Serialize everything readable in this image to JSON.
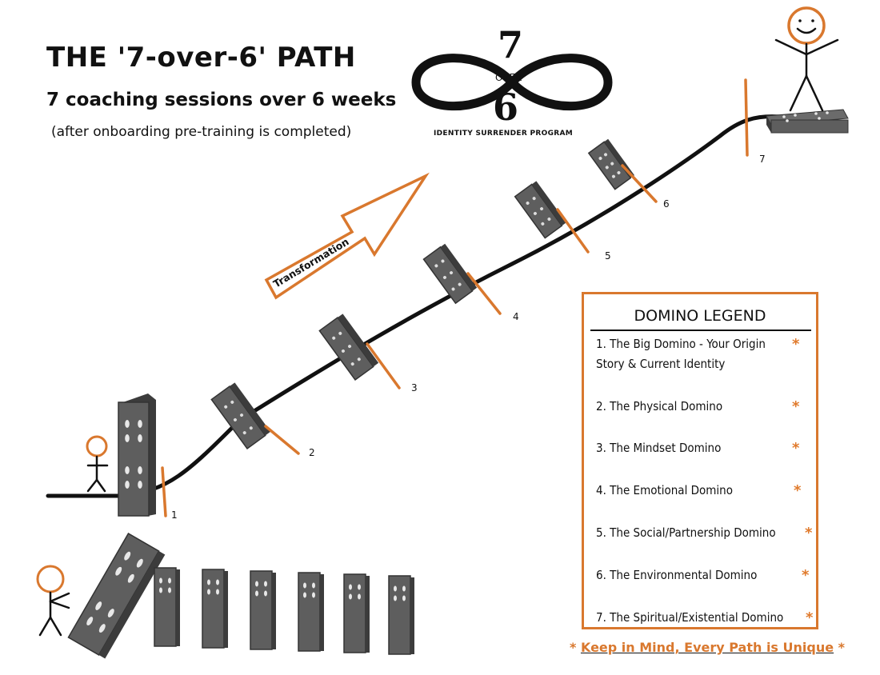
{
  "header": {
    "title": "THE '7-over-6' PATH",
    "subtitle": "7 coaching sessions over 6 weeks",
    "note": "(after onboarding pre-training is completed)"
  },
  "logo": {
    "top_digit": "7",
    "middle_text": "OVER",
    "bottom_digit": "6",
    "caption": "IDENTITY SURRENDER PROGRAM"
  },
  "arrow": {
    "label": "Transformation"
  },
  "path": {
    "markers": [
      "1",
      "2",
      "3",
      "4",
      "5",
      "6",
      "7"
    ]
  },
  "legend": {
    "title": "DOMINO LEGEND",
    "items": [
      "1. The Big Domino - Your Origin Story & Current Identity",
      "2. The Physical Domino",
      "3. The Mindset Domino",
      "4. The Emotional Domino",
      "5. The Social/Partnership Domino",
      "6. The Environmental Domino",
      "7. The Spiritual/Existential Domino"
    ],
    "star": "*"
  },
  "footer": {
    "star_left": "*",
    "text": "Keep in Mind, Every Path is Unique",
    "star_right": "*"
  },
  "colors": {
    "accent": "#e07a2c",
    "domino": "#5e5e5e",
    "domino_dark": "#3c3c3c",
    "ink": "#111111"
  }
}
